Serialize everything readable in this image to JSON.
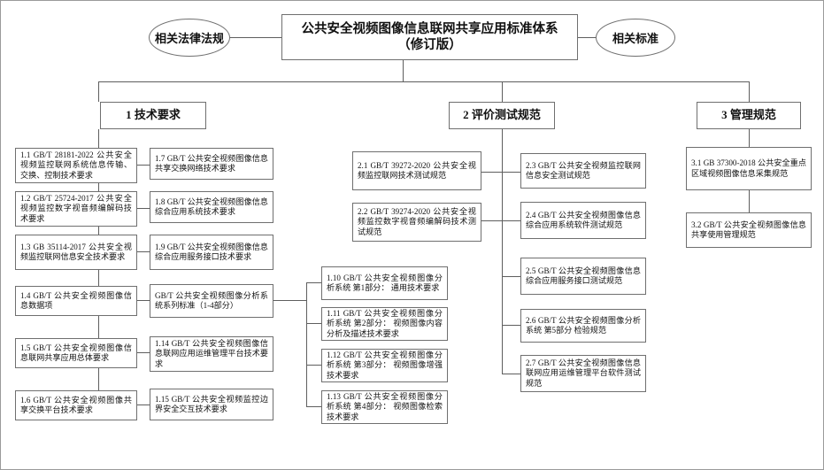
{
  "diagram": {
    "root": {
      "title_line1": "公共安全视频图像信息联网共享应用标准体系",
      "title_line2": "（修订版）"
    },
    "left_ellipse": "相关法律法规",
    "right_ellipse": "相关标准",
    "categories": [
      {
        "id": "c1",
        "label": "1 技术要求"
      },
      {
        "id": "c2",
        "label": "2 评价测试规范"
      },
      {
        "id": "c3",
        "label": "3 管理规范"
      }
    ],
    "tech_col1": [
      "1.1 GB/T 28181-2022 公共安全视频监控联网系统信息传输、交换、控制技术要求",
      "1.2 GB/T 25724-2017 公共安全视频监控数字视音频编解码技术要求",
      "1.3 GB 35114-2017 公共安全视频监控联网信息安全技术要求",
      "1.4 GB/T 公共安全视频图像信息数据项",
      "1.5 GB/T 公共安全视频图像信息联网共享应用总体要求",
      "1.6 GB/T 公共安全视频图像共享交换平台技术要求"
    ],
    "tech_col2": [
      "1.7 GB/T 公共安全视频图像信息共享交换网络技术要求",
      "1.8 GB/T 公共安全视频图像信息综合应用系统技术要求",
      "1.9 GB/T 公共安全视频图像信息综合应用服务接口技术要求",
      "GB/T 公共安全视频图像分析系统系列标准（1-4部分）",
      "1.14 GB/T 公共安全视频图像信息联网应用运维管理平台技术要求",
      "1.15 GB/T 公共安全视频监控边界安全交互技术要求"
    ],
    "tech_col3": [
      "1.10 GB/T 公共安全视频图像分析系统 第1部分： 通用技术要求",
      "1.11 GB/T 公共安全视频图像分析系统 第2部分： 视频图像内容分析及描述技术要求",
      "1.12 GB/T 公共安全视频图像分析系统 第3部分： 视频图像增强技术要求",
      "1.13 GB/T 公共安全视频图像分析系统 第4部分： 视频图像检索技术要求"
    ],
    "eval_col1": [
      "2.1 GB/T 39272-2020 公共安全视频监控联网技术测试规范",
      "2.2 GB/T 39274-2020 公共安全视频监控数字视音频编解码技术测试规范"
    ],
    "eval_col2": [
      "2.3 GB/T 公共安全视频监控联网信息安全测试规范",
      "2.4 GB/T 公共安全视频图像信息综合应用系统软件测试规范",
      "2.5 GB/T 公共安全视频图像信息综合应用服务接口测试规范",
      "2.6 GB/T 公共安全视频图像分析系统 第5部分 检验规范",
      "2.7 GB/T 公共安全视频图像信息联网应用运维管理平台软件测试规范"
    ],
    "manage_col": [
      "3.1 GB 37300-2018 公共安全重点区域视频图像信息采集规范",
      "3.2 GB/T 公共安全视频图像信息共享使用管理规范"
    ],
    "colors": {
      "border": "#6f6f6f",
      "line": "#5e5e5e",
      "background": "#ffffff",
      "text": "#111111"
    }
  }
}
